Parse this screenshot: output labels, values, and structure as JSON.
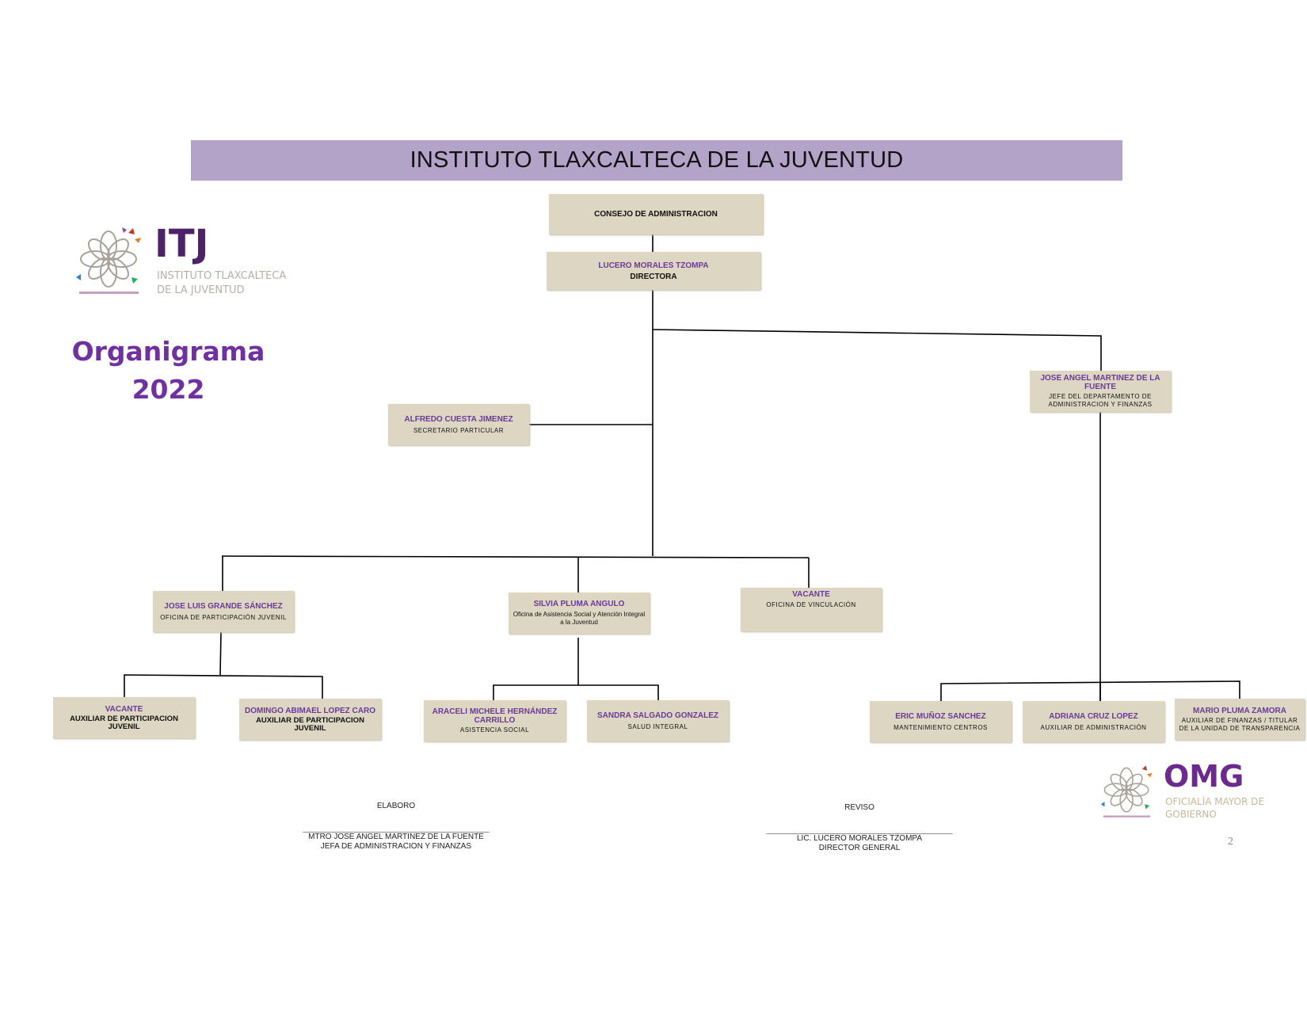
{
  "header": {
    "title": "INSTITUTO TLAXCALTECA DE LA JUVENTUD"
  },
  "logo_itj": {
    "short": "ITJ",
    "line1": "INSTITUTO TLAXCALTECA",
    "line2": "DE LA JUVENTUD",
    "color": "#4b2366"
  },
  "doc_title": {
    "line1": "Organigrama",
    "line2": "2022"
  },
  "nodes": {
    "consejo": {
      "role": "CONSEJO DE ADMINISTRACION"
    },
    "directora": {
      "name": "LUCERO MORALES TZOMPA",
      "role": "DIRECTORA"
    },
    "jose_angel": {
      "name": "JOSE ANGEL MARTINEZ DE LA FUENTE",
      "role": "JEFE DEL DEPARTAMENTO DE ADMINISTRACION Y FINANZAS"
    },
    "alfredo": {
      "name": "ALFREDO CUESTA JIMENEZ",
      "role": "SECRETARIO PARTICULAR"
    },
    "jose_luis": {
      "name": "JOSE LUIS GRANDE SÁNCHEZ",
      "role": "OFICINA DE PARTICIPACIÓN JUVENIL"
    },
    "silvia": {
      "name": "SILVIA PLUMA ANGULO",
      "role": "Oficina de Asistencia Social y Atención Integral a la Juventud"
    },
    "vacante_vinc": {
      "name": "VACANTE",
      "role": "OFICINA DE VINCULACIÓN"
    },
    "vacante_aux": {
      "name": "VACANTE",
      "role": "AUXILIAR DE PARTICIPACION JUVENIL"
    },
    "domingo": {
      "name": "DOMINGO ABIMAEL LOPEZ CARO",
      "role": "AUXILIAR DE PARTICIPACION JUVENIL"
    },
    "araceli": {
      "name": "ARACELI MICHELE HERNÁNDEZ CARRILLO",
      "role": "ASISTENCIA SOCIAL"
    },
    "sandra": {
      "name": "SANDRA SALGADO GONZALEZ",
      "role": "SALUD INTEGRAL"
    },
    "eric": {
      "name": "ERIC MUÑOZ SANCHEZ",
      "role": "MANTENIMIENTO CENTROS"
    },
    "adriana": {
      "name": "ADRIANA CRUZ LOPEZ",
      "role": "AUXILIAR DE ADMINISTRACIÓN"
    },
    "mario": {
      "name": "MARIO PLUMA ZAMORA",
      "role": "AUXILIAR DE FINANZAS / TITULAR DE LA UNIDAD DE TRANSPARENCIA"
    }
  },
  "signatures": {
    "elaboro": {
      "label": "ELABORO",
      "line": "_______________________________________________",
      "name": "MTRO JOSE ANGEL MARTINEZ DE LA FUENTE",
      "title": "JEFA DE ADMINISTRACION Y FINANZAS"
    },
    "reviso": {
      "label": "REVISO",
      "line": "_______________________________________________",
      "name": "LIC. LUCERO MORALES TZOMPA",
      "title": "DIRECTOR GENERAL"
    }
  },
  "logo_omg": {
    "short": "OMG",
    "line1": "OFICIALÍA MAYOR DE",
    "line2": "GOBIERNO",
    "color": "#6b2a8c"
  },
  "page_number": "2",
  "colors": {
    "banner": "#b3a3c8",
    "box": "#dcd6c2",
    "name_text": "#6b3a99",
    "title_text": "#7030a0"
  }
}
